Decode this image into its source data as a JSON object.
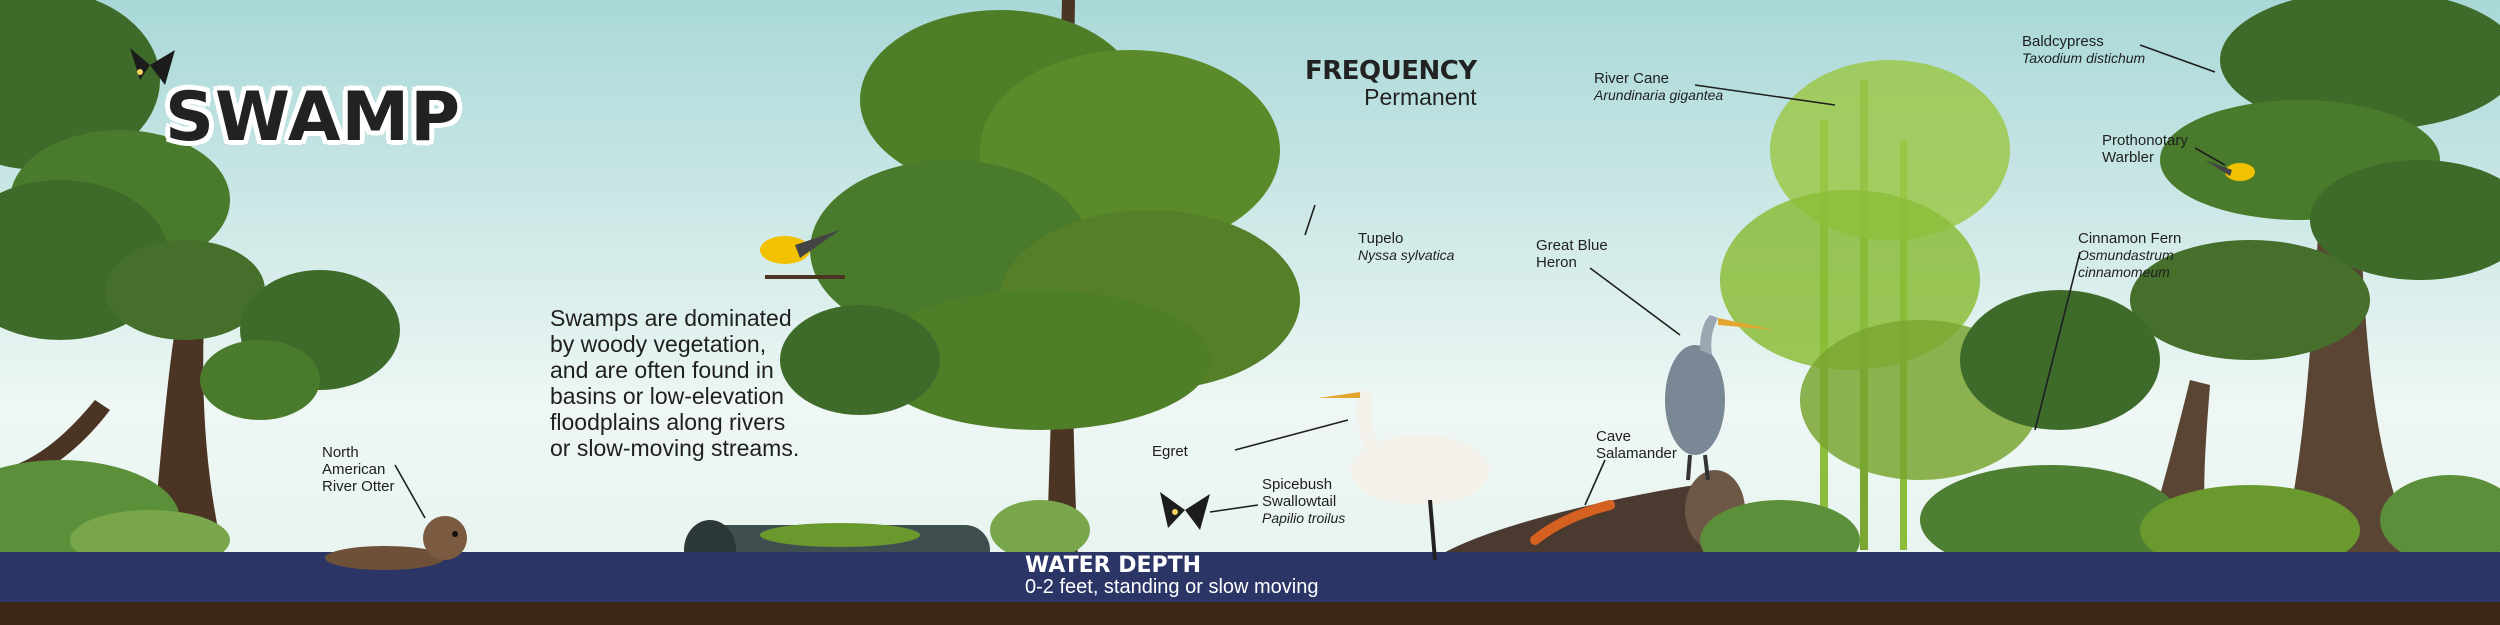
{
  "title": "SWAMP",
  "frequency": {
    "heading": "FREQUENCY",
    "value": "Permanent"
  },
  "description": "Swamps are dominated by woody vegetation, and are often found in basins or low-elevation floodplains along rivers or slow-moving streams.",
  "water_depth": {
    "heading": "WATER DEPTH",
    "value": "0-2 feet, standing or slow moving"
  },
  "labels": {
    "otter": [
      "North",
      "American",
      "River Otter"
    ],
    "tupelo": {
      "common": "Tupelo",
      "scientific": "Nyssa sylvatica"
    },
    "egret": "Egret",
    "swallowtail": {
      "common": [
        "Spicebush",
        "Swallowtail"
      ],
      "scientific": "Papilio troilus"
    },
    "heron": [
      "Great Blue",
      "Heron"
    ],
    "salamander": [
      "Cave",
      "Salamander"
    ],
    "river_cane": {
      "common": "River Cane",
      "scientific": "Arundinaria gigantea"
    },
    "baldcypress": {
      "common": "Baldcypress",
      "scientific": "Taxodium distichum"
    },
    "warbler": [
      "Prothonotary",
      "Warbler"
    ],
    "fern": {
      "common": "Cinnamon Fern",
      "scientific": [
        "Osmundastrum",
        "cinnamomeum"
      ]
    }
  },
  "colors": {
    "sky_top": "#a9d8d8",
    "sky_bottom": "#eef7f4",
    "water": "#2b3566",
    "ground": "#3a2718",
    "foliage_dark": "#3f6b2a",
    "foliage_light": "#6a9a2e",
    "bamboo": "#8cbd3a",
    "warbler_yellow": "#f2c200"
  }
}
